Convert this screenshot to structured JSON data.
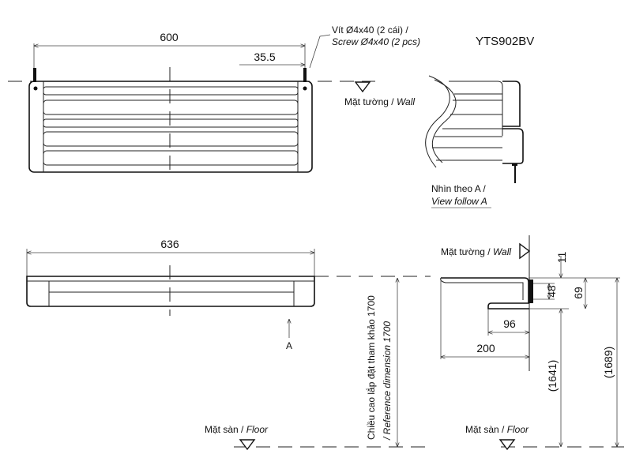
{
  "model_code": "YTS902BV",
  "top_view": {
    "dim_overall": "600",
    "dim_offset": "35.5",
    "screw_label_vi": "Vít Ø4x40 (2 cái) /",
    "screw_label_en": "Screw Ø4x40 (2 pcs)",
    "wall_label_vi": "Mặt tường / ",
    "wall_label_en": "Wall"
  },
  "detail_view": {
    "caption_vi": "Nhìn theo A /",
    "caption_en": "View follow A"
  },
  "front_view": {
    "dim_overall": "636",
    "arrow_label": "A",
    "install_height_vi": "Chiều cao lắp đặt tham khảo 1700",
    "install_height_en": "/ Reference dimension 1700",
    "floor_label_vi": "Mặt sàn / ",
    "floor_label_en": "Floor"
  },
  "side_view": {
    "wall_label_vi": "Mặt tường / ",
    "wall_label_en": "Wall",
    "dim_11": "11",
    "dim_48": "48",
    "dim_69": "69",
    "dim_96": "96",
    "dim_200": "200",
    "dim_1641": "(1641)",
    "dim_1689": "(1689)",
    "floor_label_vi": "Mặt sàn / ",
    "floor_label_en": "Floor"
  }
}
